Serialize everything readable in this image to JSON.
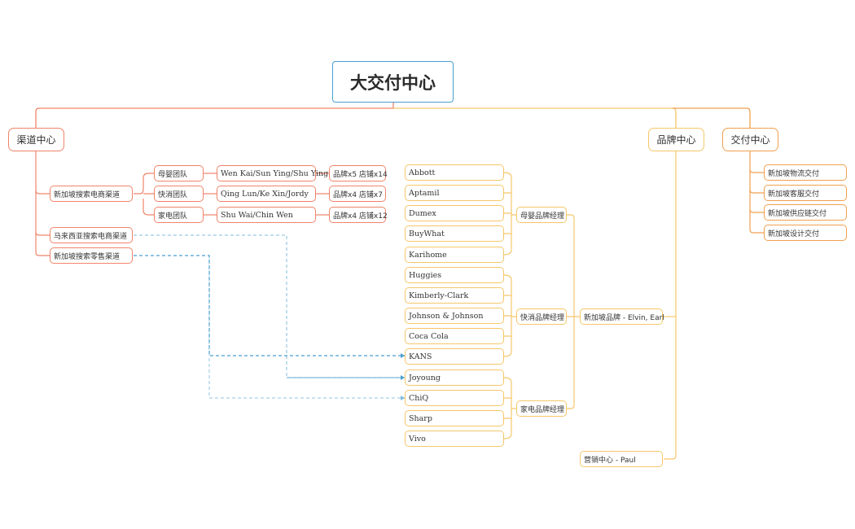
{
  "root": "大交付中心",
  "channel": {
    "title": "渠道中心",
    "sg_ecom": "新加坡搜索电商渠道",
    "my_ecom": "马来西亚搜索电商渠道",
    "sg_retail": "新加坡搜索零售渠道",
    "teams": [
      {
        "name": "母婴团队",
        "members": "Wen Kai/Sun Ying/Shu Ying",
        "stats": "品牌x5 店铺x14"
      },
      {
        "name": "快消团队",
        "members": "Qing Lun/Ke Xin/Jordy",
        "stats": "品牌x4 店铺x7"
      },
      {
        "name": "家电团队",
        "members": "Shu Wai/Chin Wen",
        "stats": "品牌x4 店铺x12"
      }
    ]
  },
  "brand": {
    "title": "品牌中心",
    "sg_brand": "新加坡品牌 - Elvin, Earl",
    "marketing": "营销中心 - Paul",
    "managers": [
      "母婴品牌经理",
      "快消品牌经理",
      "家电品牌经理"
    ],
    "brands": [
      "Abbott",
      "Aptamil",
      "Dumex",
      "BuyWhat",
      "Karihome",
      "Huggies",
      "Kimberly-Clark",
      "Johnson & Johnson",
      "Coca Cola",
      "KANS",
      "Joyoung",
      "ChiQ",
      "Sharp",
      "Vivo"
    ]
  },
  "delivery": {
    "title": "交付中心",
    "items": [
      "新加坡物流交付",
      "新加坡客服交付",
      "新加坡供应链交付",
      "新加坡设计交付"
    ]
  },
  "colors": {
    "channel": "#f0846a",
    "brand": "#f5c76a",
    "delivery": "#f0a050",
    "root": "#4a9fd0",
    "link": "#4a9fd0"
  }
}
